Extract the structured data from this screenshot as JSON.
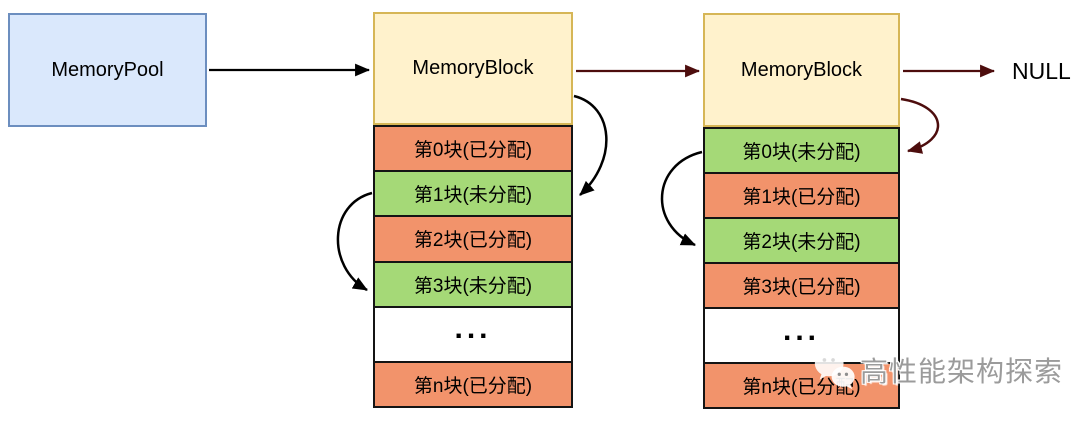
{
  "pool": {
    "label": "MemoryPool"
  },
  "blocks": [
    {
      "label": "MemoryBlock",
      "rows": [
        {
          "label": "第0块(已分配)",
          "state": "allocated"
        },
        {
          "label": "第1块(未分配)",
          "state": "free"
        },
        {
          "label": "第2块(已分配)",
          "state": "allocated"
        },
        {
          "label": "第3块(未分配)",
          "state": "free"
        },
        {
          "label": "...",
          "state": "ellipsis"
        },
        {
          "label": "第n块(已分配)",
          "state": "allocated"
        }
      ]
    },
    {
      "label": "MemoryBlock",
      "rows": [
        {
          "label": "第0块(未分配)",
          "state": "free"
        },
        {
          "label": "第1块(已分配)",
          "state": "allocated"
        },
        {
          "label": "第2块(未分配)",
          "state": "free"
        },
        {
          "label": "第3块(已分配)",
          "state": "allocated"
        },
        {
          "label": "...",
          "state": "ellipsis"
        },
        {
          "label": "第n块(已分配)",
          "state": "allocated"
        }
      ]
    }
  ],
  "terminator": {
    "label": "NULL"
  },
  "watermark": {
    "text": "高性能架构探索",
    "icon": "wechat-icon"
  },
  "colors": {
    "pool_fill": "#DAE8FC",
    "pool_border": "#6C8EBF",
    "block_fill": "#FFF2CC",
    "block_border": "#D6B656",
    "allocated_fill": "#F2936B",
    "free_fill": "#A5D977",
    "arrow_black": "#000000",
    "arrow_maroon": "#4D0D0D",
    "watermark_text": "#9B9B9B"
  },
  "edges": [
    {
      "from": "MemoryPool",
      "to": "MemoryBlock-1",
      "style": "straight-black"
    },
    {
      "from": "MemoryBlock-1",
      "to": "MemoryBlock-2",
      "style": "straight-maroon"
    },
    {
      "from": "MemoryBlock-2",
      "to": "NULL",
      "style": "straight-maroon"
    },
    {
      "from": "MemoryBlock-1",
      "to": "block1 第1块(未分配)",
      "style": "curved-black"
    },
    {
      "from": "block1 第1块(未分配)",
      "to": "block1 第3块(未分配)",
      "style": "curved-black"
    },
    {
      "from": "MemoryBlock-2",
      "to": "block2 第0块(未分配)",
      "style": "curved-maroon"
    },
    {
      "from": "block2 第0块(未分配)",
      "to": "block2 第2块(未分配)",
      "style": "curved-black"
    }
  ]
}
